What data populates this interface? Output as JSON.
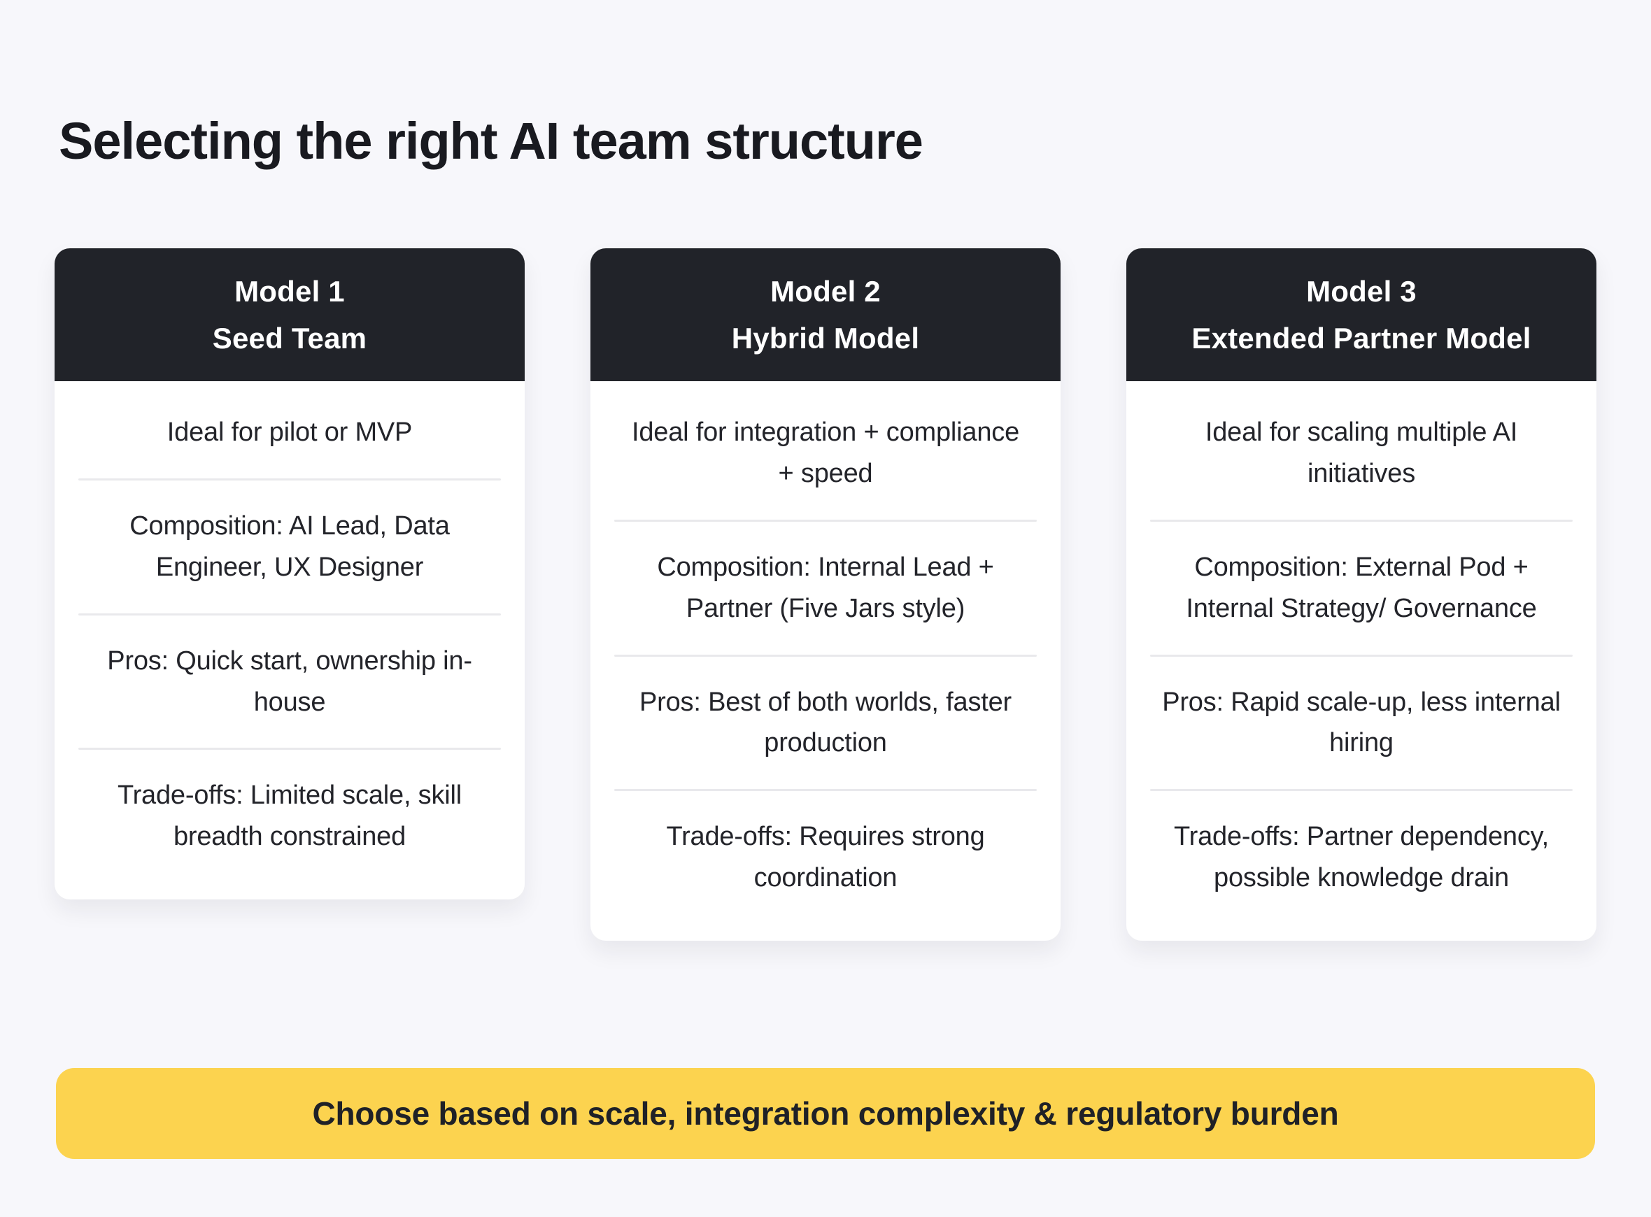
{
  "title": "Selecting the right AI team structure",
  "cards": [
    {
      "header": {
        "line1": "Model 1",
        "line2": "Seed Team"
      },
      "rows": {
        "ideal": "Ideal for pilot or MVP",
        "composition": "Composition: AI Lead, Data Engineer, UX Designer",
        "pros": "Pros: Quick start, ownership in-house",
        "tradeoffs": "Trade-offs: Limited scale, skill breadth constrained"
      }
    },
    {
      "header": {
        "line1": "Model 2",
        "line2": "Hybrid Model"
      },
      "rows": {
        "ideal": "Ideal for integration + compliance + speed",
        "composition": "Composition: Internal Lead + Partner (Five Jars style)",
        "pros": "Pros: Best of both worlds, faster production",
        "tradeoffs": "Trade-offs: Requires strong coordination"
      }
    },
    {
      "header": {
        "line1": "Model 3",
        "line2": "Extended Partner Model"
      },
      "rows": {
        "ideal": "Ideal for scaling multiple AI initiatives",
        "composition": "Composition: External Pod + Internal Strategy/ Governance",
        "pros": "Pros: Rapid scale-up, less internal hiring",
        "tradeoffs": "Trade-offs: Partner dependency, possible knowledge drain"
      }
    }
  ],
  "banner": {
    "text": "Choose based on scale, integration complexity & regulatory burden"
  },
  "colors": {
    "background": "#f7f7fb",
    "card_header": "#212329",
    "card_body": "#ffffff",
    "divider": "#e9e9ec",
    "banner": "#fcd34f",
    "text_dark": "#1f2127",
    "text_light": "#ffffff"
  }
}
